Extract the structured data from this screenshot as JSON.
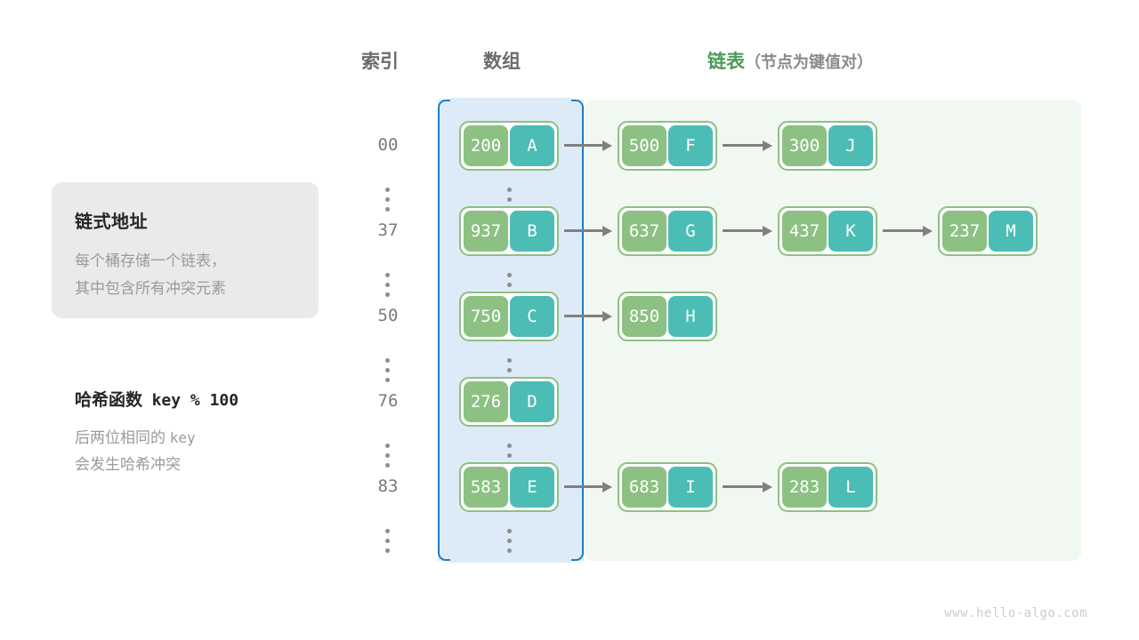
{
  "headers": {
    "index": "索引",
    "array": "数组",
    "list_main": "链表",
    "list_sub": "（节点为键值对）"
  },
  "info_card": {
    "title": "链式地址",
    "line1": "每个桶存储一个链表，",
    "line2": "其中包含所有冲突元素"
  },
  "hash_note": {
    "title_cn": "哈希函数",
    "title_expr": "key % 100",
    "line1": "后两位相同的",
    "line1_mono": "key",
    "line2": "会发生哈希冲突"
  },
  "colors": {
    "array_panel_bg": "#dcebf7",
    "array_bracket": "#1f7ec4",
    "list_panel_bg": "#f1f8f1",
    "node_border": "#8cc183",
    "node_key_bg": "#8cc183",
    "node_val_bg": "#4cbdb4",
    "arrow": "#808080",
    "header_text": "#6b6b6b",
    "header_green": "#4c9a58",
    "muted_text": "#9a9a9a",
    "card_bg": "#eaeaea"
  },
  "buckets": [
    {
      "index": "00",
      "bucket": {
        "key": "200",
        "value": "A"
      },
      "chain": [
        {
          "key": "500",
          "value": "F"
        },
        {
          "key": "300",
          "value": "J"
        }
      ]
    },
    {
      "index": "37",
      "bucket": {
        "key": "937",
        "value": "B"
      },
      "chain": [
        {
          "key": "637",
          "value": "G"
        },
        {
          "key": "437",
          "value": "K"
        },
        {
          "key": "237",
          "value": "M"
        }
      ]
    },
    {
      "index": "50",
      "bucket": {
        "key": "750",
        "value": "C"
      },
      "chain": [
        {
          "key": "850",
          "value": "H"
        }
      ]
    },
    {
      "index": "76",
      "bucket": {
        "key": "276",
        "value": "D"
      },
      "chain": []
    },
    {
      "index": "83",
      "bucket": {
        "key": "583",
        "value": "E"
      },
      "chain": [
        {
          "key": "683",
          "value": "I"
        },
        {
          "key": "283",
          "value": "L"
        }
      ]
    }
  ],
  "ellipsis_rows": 5,
  "watermark": "www.hello-algo.com"
}
